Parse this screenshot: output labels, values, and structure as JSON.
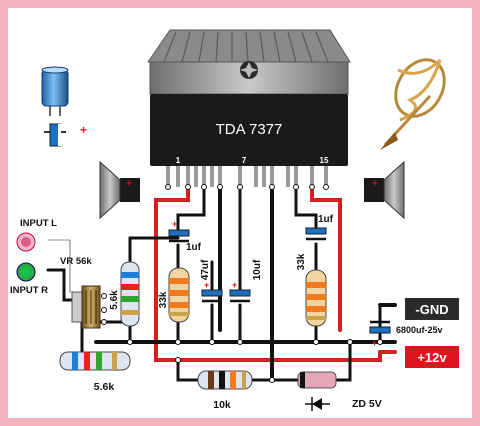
{
  "chip": {
    "name": "TDA 7377",
    "pin1": "1",
    "pin7": "7",
    "pin15": "15"
  },
  "inputs": {
    "left": "INPUT L",
    "right": "INPUT R",
    "pot": "VR 56k"
  },
  "components": {
    "res_v1": "5.6k",
    "res_h": "5.6k",
    "res_33k_left": "33k",
    "res_33k_right": "33k",
    "res_10k": "10k",
    "cap_1uf_left": "1uf",
    "cap_1uf_right": "1uf",
    "cap_47uf": "47uf",
    "cap_10uf": "10uf",
    "cap_main": "6800uf-25v",
    "zener": "ZD 5V"
  },
  "power": {
    "gnd": "-GND",
    "vcc": "+12v"
  },
  "colors": {
    "border": "#f4b3bd",
    "heatsink": "#9a9a9a",
    "chip_body": "#1a1a1a",
    "wire_red": "#d62020",
    "wire_black": "#111111",
    "wire_white": "#f2f2f2",
    "vcc_box": "#e0141e",
    "gnd_box": "#2b2b2b"
  },
  "icons": [
    "capacitor-icon",
    "logo-icon",
    "speaker-left-icon",
    "speaker-right-icon"
  ]
}
